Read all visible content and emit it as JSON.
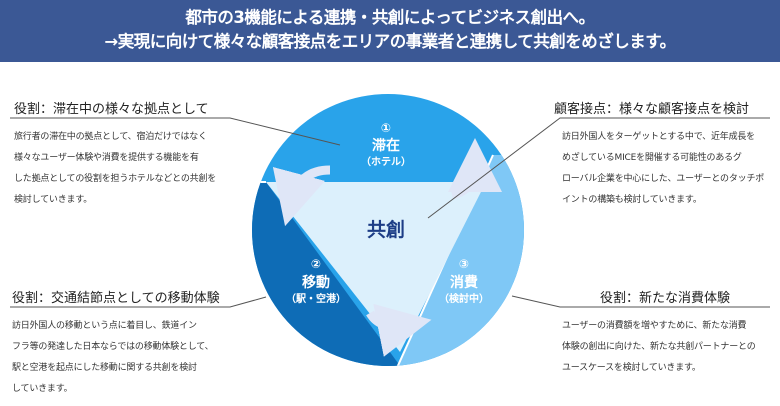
{
  "header": {
    "line1": "都市の3機能による連携・共創によってビジネス創出へ。",
    "line2": "→実現に向けて様々な顧客接点をエリアの事業者と連携して共創をめざします。"
  },
  "diagram": {
    "center": "共創",
    "segments": [
      {
        "number": "①",
        "title": "滞在",
        "sub": "（ホテル）",
        "color": "#29a3ea"
      },
      {
        "number": "②",
        "title": "移動",
        "sub": "（駅・空港）",
        "color": "#0e6cb6"
      },
      {
        "number": "③",
        "title": "消費",
        "sub": "（検討中）",
        "color": "#7fc8f6"
      }
    ],
    "inner_color": "#dcf0fc"
  },
  "blocks": [
    {
      "heading": "役割：滞在中の様々な拠点として",
      "lines": [
        "旅行者の滞在中の拠点として、宿泊だけではなく",
        "様々なユーザー体験や消費を提供する機能を有",
        "した拠点としての役割を担うホテルなどとの共創を",
        "検討していきます。"
      ]
    },
    {
      "heading": "顧客接点：様々な顧客接点を検討",
      "lines": [
        "訪日外国人をターゲットとする中で、近年成長を",
        "めざしているMICEを開催する可能性のあるグ",
        "ローバル企業を中心にした、ユーザーとのタッチポ",
        "イントの構築も検討していきます。"
      ]
    },
    {
      "heading": "役割：交通結節点としての移動体験",
      "lines": [
        "訪日外国人の移動という点に着目し、鉄道イン",
        "フラ等の発達した日本ならではの移動体験として、",
        "駅と空港を起点にした移動に関する共創を検討",
        "していきます。"
      ]
    },
    {
      "heading": "役割：新たな消費体験",
      "lines": [
        "ユーザーの消費額を増やすために、新たな消費",
        "体験の創出に向けた、新たな共創パートナーとの",
        "ユースケースを検討していきます。"
      ]
    }
  ]
}
